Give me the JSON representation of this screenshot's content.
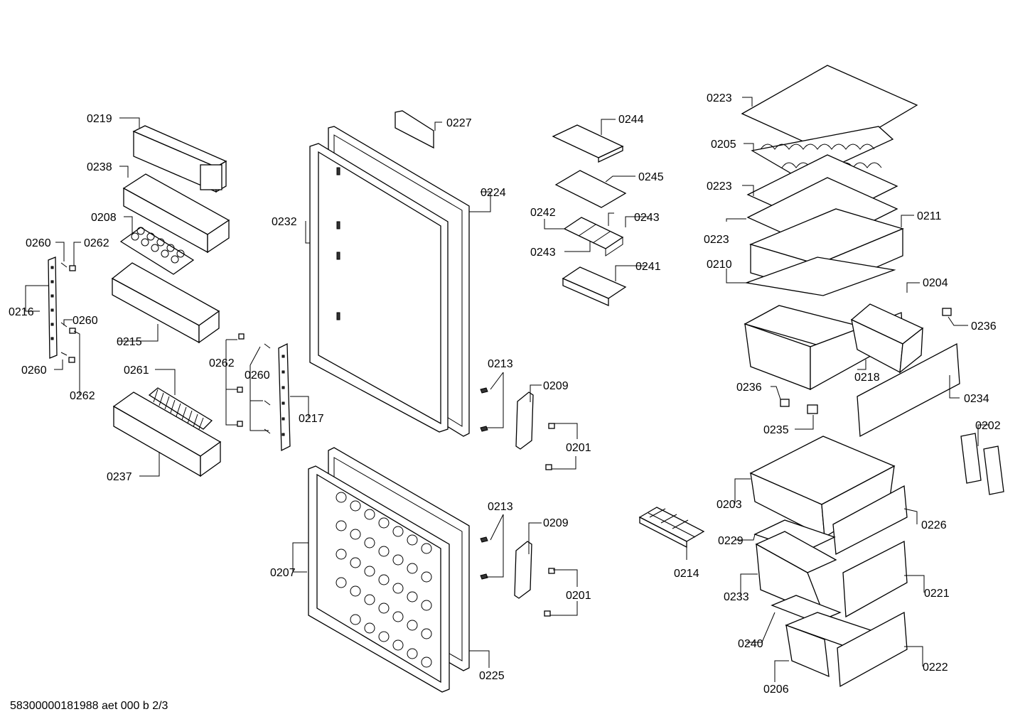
{
  "footer": {
    "doc_code": "58300000181988 aet 000 b 2/3"
  },
  "labels": {
    "l0219": "0219",
    "l0238": "0238",
    "l0208": "0208",
    "l0260a": "0260",
    "l0262a": "0262",
    "l0216": "0216",
    "l0260b": "0260",
    "l0260c": "0260",
    "l0262b": "0262",
    "l0215": "0215",
    "l0261": "0261",
    "l0237": "0237",
    "l0262c": "0262",
    "l0260d": "0260",
    "l0217": "0217",
    "l0227": "0227",
    "l0232": "0232",
    "l0224": "0224",
    "l0213a": "0213",
    "l0209a": "0209",
    "l0201a": "0201",
    "l0207": "0207",
    "l0213b": "0213",
    "l0209b": "0209",
    "l0201b": "0201",
    "l0225": "0225",
    "l0244": "0244",
    "l0245": "0245",
    "l0242": "0242",
    "l0243a": "0243",
    "l0243b": "0243",
    "l0241": "0241",
    "l0214": "0214",
    "l0223a": "0223",
    "l0205": "0205",
    "l0223b": "0223",
    "l0223c": "0223",
    "l0211": "0211",
    "l0210": "0210",
    "l0204": "0204",
    "l0236a": "0236",
    "l0218": "0218",
    "l0236b": "0236",
    "l0234": "0234",
    "l0235": "0235",
    "l0202": "0202",
    "l0203": "0203",
    "l0226": "0226",
    "l0229": "0229",
    "l0221": "0221",
    "l0233": "0233",
    "l0240": "0240",
    "l0222": "0222",
    "l0206": "0206"
  }
}
